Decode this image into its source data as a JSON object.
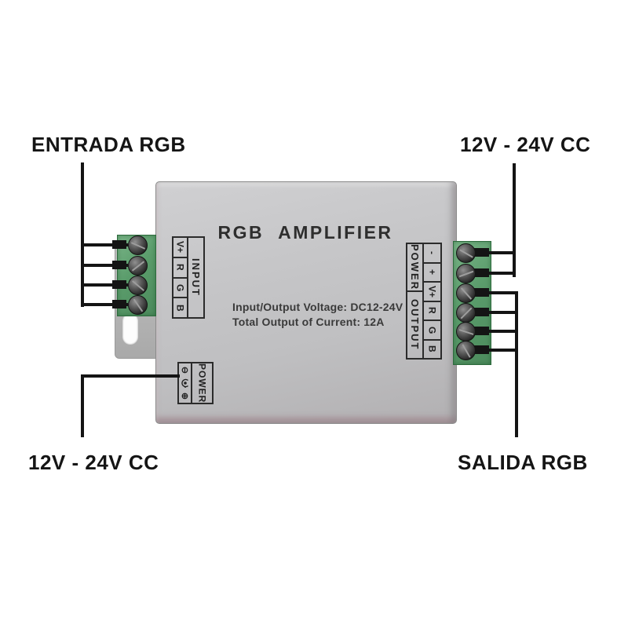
{
  "annotations": {
    "top_left": "ENTRADA RGB",
    "top_right": "12V - 24V CC",
    "bottom_left": "12V - 24V CC",
    "bottom_right": "SALIDA RGB"
  },
  "device": {
    "title": "RGB AMPLIFIER",
    "specs": [
      "Input/Output Voltage: DC12-24V",
      "Total Output of Current: 12A"
    ],
    "input_panel": {
      "label": "INPUT",
      "pins": [
        "V+",
        "R",
        "G",
        "B"
      ]
    },
    "io_panel": {
      "power_label": "POWER",
      "power_pins": [
        "-",
        "+"
      ],
      "output_label": "OUTPUT",
      "output_pins": [
        "V+",
        "R",
        "G",
        "B"
      ]
    },
    "power_jack": {
      "label": "POWER",
      "minus_symbol": "⊖",
      "plus_symbol": "⊕"
    }
  },
  "colors": {
    "background": "#ffffff",
    "wire": "#141414",
    "label_text": "#151515",
    "body_silver": "#c4c4c6",
    "terminal_green": "#57996a",
    "panel_ink": "#2b2b2b"
  }
}
